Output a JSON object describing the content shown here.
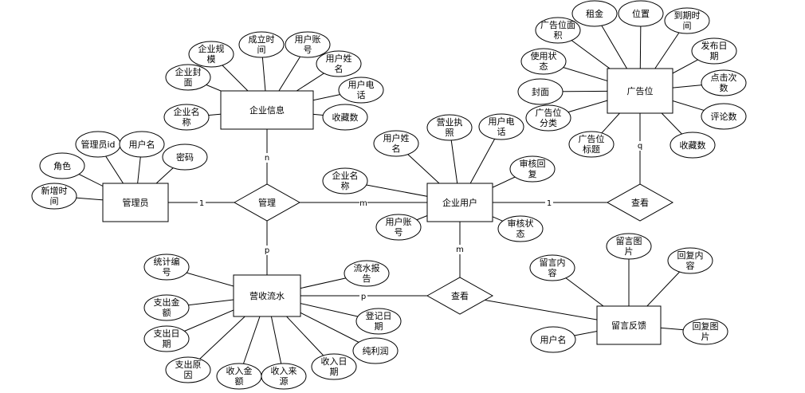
{
  "entities": [
    {
      "id": "company_info",
      "label": "企业信息"
    },
    {
      "id": "admin",
      "label": "管理员"
    },
    {
      "id": "company_user",
      "label": "企业用户"
    },
    {
      "id": "ad_slot",
      "label": "广告位"
    },
    {
      "id": "revenue",
      "label": "营收流水"
    },
    {
      "id": "feedback",
      "label": "留言反馈"
    }
  ],
  "relationships": [
    {
      "id": "manage",
      "label": "管理"
    },
    {
      "id": "view1",
      "label": "查看"
    },
    {
      "id": "view2",
      "label": "查看"
    }
  ],
  "attributes": [
    {
      "id": "ci_scale",
      "entity": "company_info",
      "lines": [
        "企业规",
        "模"
      ]
    },
    {
      "id": "ci_found",
      "entity": "company_info",
      "lines": [
        "成立时",
        "间"
      ]
    },
    {
      "id": "ci_acct",
      "entity": "company_info",
      "lines": [
        "用户账",
        "号"
      ]
    },
    {
      "id": "ci_uname",
      "entity": "company_info",
      "lines": [
        "用户姓",
        "名"
      ]
    },
    {
      "id": "ci_cover",
      "entity": "company_info",
      "lines": [
        "企业封",
        "面"
      ]
    },
    {
      "id": "ci_phone",
      "entity": "company_info",
      "lines": [
        "用户电",
        "话"
      ]
    },
    {
      "id": "ci_name",
      "entity": "company_info",
      "lines": [
        "企业名",
        "称"
      ]
    },
    {
      "id": "ci_fav",
      "entity": "company_info",
      "lines": [
        "收藏数"
      ]
    },
    {
      "id": "ad_area",
      "entity": "ad_slot",
      "lines": [
        "广告位面",
        "积"
      ]
    },
    {
      "id": "ad_rent",
      "entity": "ad_slot",
      "lines": [
        "租金"
      ]
    },
    {
      "id": "ad_loc",
      "entity": "ad_slot",
      "lines": [
        "位置"
      ]
    },
    {
      "id": "ad_expire",
      "entity": "ad_slot",
      "lines": [
        "到期时",
        "间"
      ]
    },
    {
      "id": "ad_status",
      "entity": "ad_slot",
      "lines": [
        "使用状",
        "态"
      ]
    },
    {
      "id": "ad_pubdate",
      "entity": "ad_slot",
      "lines": [
        "发布日",
        "期"
      ]
    },
    {
      "id": "ad_cover",
      "entity": "ad_slot",
      "lines": [
        "封面"
      ]
    },
    {
      "id": "ad_clicks",
      "entity": "ad_slot",
      "lines": [
        "点击次",
        "数"
      ]
    },
    {
      "id": "ad_cat",
      "entity": "ad_slot",
      "lines": [
        "广告位",
        "分类"
      ]
    },
    {
      "id": "ad_comments",
      "entity": "ad_slot",
      "lines": [
        "评论数"
      ]
    },
    {
      "id": "ad_title",
      "entity": "ad_slot",
      "lines": [
        "广告位",
        "标题"
      ]
    },
    {
      "id": "ad_fav",
      "entity": "ad_slot",
      "lines": [
        "收藏数"
      ]
    },
    {
      "id": "adm_id",
      "entity": "admin",
      "lines": [
        "管理员id"
      ]
    },
    {
      "id": "adm_uname",
      "entity": "admin",
      "lines": [
        "用户名"
      ]
    },
    {
      "id": "adm_role",
      "entity": "admin",
      "lines": [
        "角色"
      ]
    },
    {
      "id": "adm_pwd",
      "entity": "admin",
      "lines": [
        "密码"
      ]
    },
    {
      "id": "adm_added",
      "entity": "admin",
      "lines": [
        "新增时",
        "间"
      ]
    },
    {
      "id": "cu_uname",
      "entity": "company_user",
      "lines": [
        "用户姓",
        "名"
      ]
    },
    {
      "id": "cu_license",
      "entity": "company_user",
      "lines": [
        "营业执",
        "照"
      ]
    },
    {
      "id": "cu_phone",
      "entity": "company_user",
      "lines": [
        "用户电",
        "话"
      ]
    },
    {
      "id": "cu_reply",
      "entity": "company_user",
      "lines": [
        "审核回",
        "复"
      ]
    },
    {
      "id": "cu_name",
      "entity": "company_user",
      "lines": [
        "企业名",
        "称"
      ]
    },
    {
      "id": "cu_acct",
      "entity": "company_user",
      "lines": [
        "用户账",
        "号"
      ]
    },
    {
      "id": "cu_status",
      "entity": "company_user",
      "lines": [
        "审核状",
        "态"
      ]
    },
    {
      "id": "rv_no",
      "entity": "revenue",
      "lines": [
        "统计编",
        "号"
      ]
    },
    {
      "id": "rv_report",
      "entity": "revenue",
      "lines": [
        "流水报",
        "告"
      ]
    },
    {
      "id": "rv_exp_amt",
      "entity": "revenue",
      "lines": [
        "支出金",
        "额"
      ]
    },
    {
      "id": "rv_regdate",
      "entity": "revenue",
      "lines": [
        "登记日",
        "期"
      ]
    },
    {
      "id": "rv_exp_date",
      "entity": "revenue",
      "lines": [
        "支出日",
        "期"
      ]
    },
    {
      "id": "rv_profit",
      "entity": "revenue",
      "lines": [
        "纯利润"
      ]
    },
    {
      "id": "rv_exp_reason",
      "entity": "revenue",
      "lines": [
        "支出原",
        "因"
      ]
    },
    {
      "id": "rv_inc_amt",
      "entity": "revenue",
      "lines": [
        "收入金",
        "额"
      ]
    },
    {
      "id": "rv_inc_src",
      "entity": "revenue",
      "lines": [
        "收入来",
        "源"
      ]
    },
    {
      "id": "rv_inc_date",
      "entity": "revenue",
      "lines": [
        "收入日",
        "期"
      ]
    },
    {
      "id": "fb_content",
      "entity": "feedback",
      "lines": [
        "留言内",
        "容"
      ]
    },
    {
      "id": "fb_img",
      "entity": "feedback",
      "lines": [
        "留言图",
        "片"
      ]
    },
    {
      "id": "fb_reply",
      "entity": "feedback",
      "lines": [
        "回复内",
        "容"
      ]
    },
    {
      "id": "fb_uname",
      "entity": "feedback",
      "lines": [
        "用户名"
      ]
    },
    {
      "id": "fb_rimg",
      "entity": "feedback",
      "lines": [
        "回复图",
        "片"
      ]
    }
  ],
  "edges": [
    {
      "from": "admin",
      "to": "manage",
      "label": "1"
    },
    {
      "from": "manage",
      "to": "company_user",
      "label": "m"
    },
    {
      "from": "manage",
      "to": "company_info",
      "label": "n"
    },
    {
      "from": "manage",
      "to": "revenue",
      "label": "p"
    },
    {
      "from": "company_user",
      "to": "view1",
      "label": "1"
    },
    {
      "from": "view1",
      "to": "ad_slot",
      "label": "q"
    },
    {
      "from": "company_user",
      "to": "view2",
      "label": "m"
    },
    {
      "from": "revenue",
      "to": "view2",
      "label": "p"
    },
    {
      "from": "view2",
      "to": "feedback",
      "label": ""
    }
  ]
}
